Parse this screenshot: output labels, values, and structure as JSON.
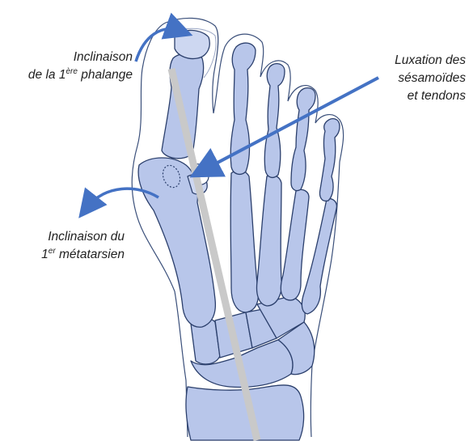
{
  "labels": {
    "phalange": {
      "line1": "Inclinaison",
      "line2_pre": "de la 1",
      "line2_sup": "ère",
      "line2_post": " phalange"
    },
    "sesamoides": {
      "line1": "Luxation des",
      "line2": "sésamoïdes",
      "line3": "et tendons"
    },
    "metatarsien": {
      "line1": "Inclinaison du",
      "line2_pre": "1",
      "line2_sup": "er",
      "line2_post": " métatarsien"
    }
  },
  "colors": {
    "bone_fill": "#b8c6ea",
    "bone_fill_light": "#cdd7f1",
    "bone_stroke": "#2b3f6c",
    "skin_stroke": "#3a4f7a",
    "arrow": "#4472c4",
    "axis_line": "#c9c9c9"
  }
}
